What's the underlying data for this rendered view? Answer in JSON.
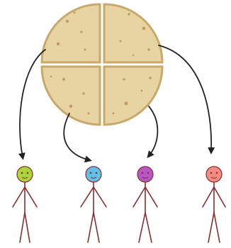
{
  "diagram": {
    "pie": {
      "pieces": 4,
      "crust_color": "#e8d3a3",
      "edge_color": "#c9a86a",
      "crumb_color": "#b3874a"
    },
    "arrow_color": "#222222",
    "people": [
      {
        "id": "person-green",
        "face_color": "#a9d63a",
        "body_color": "#8b2b2b"
      },
      {
        "id": "person-blue",
        "face_color": "#5fc0ea",
        "body_color": "#8b2b2b"
      },
      {
        "id": "person-purple",
        "face_color": "#b657c6",
        "body_color": "#8b2b2b"
      },
      {
        "id": "person-pink",
        "face_color": "#f08c82",
        "body_color": "#8b2b2b"
      }
    ]
  }
}
